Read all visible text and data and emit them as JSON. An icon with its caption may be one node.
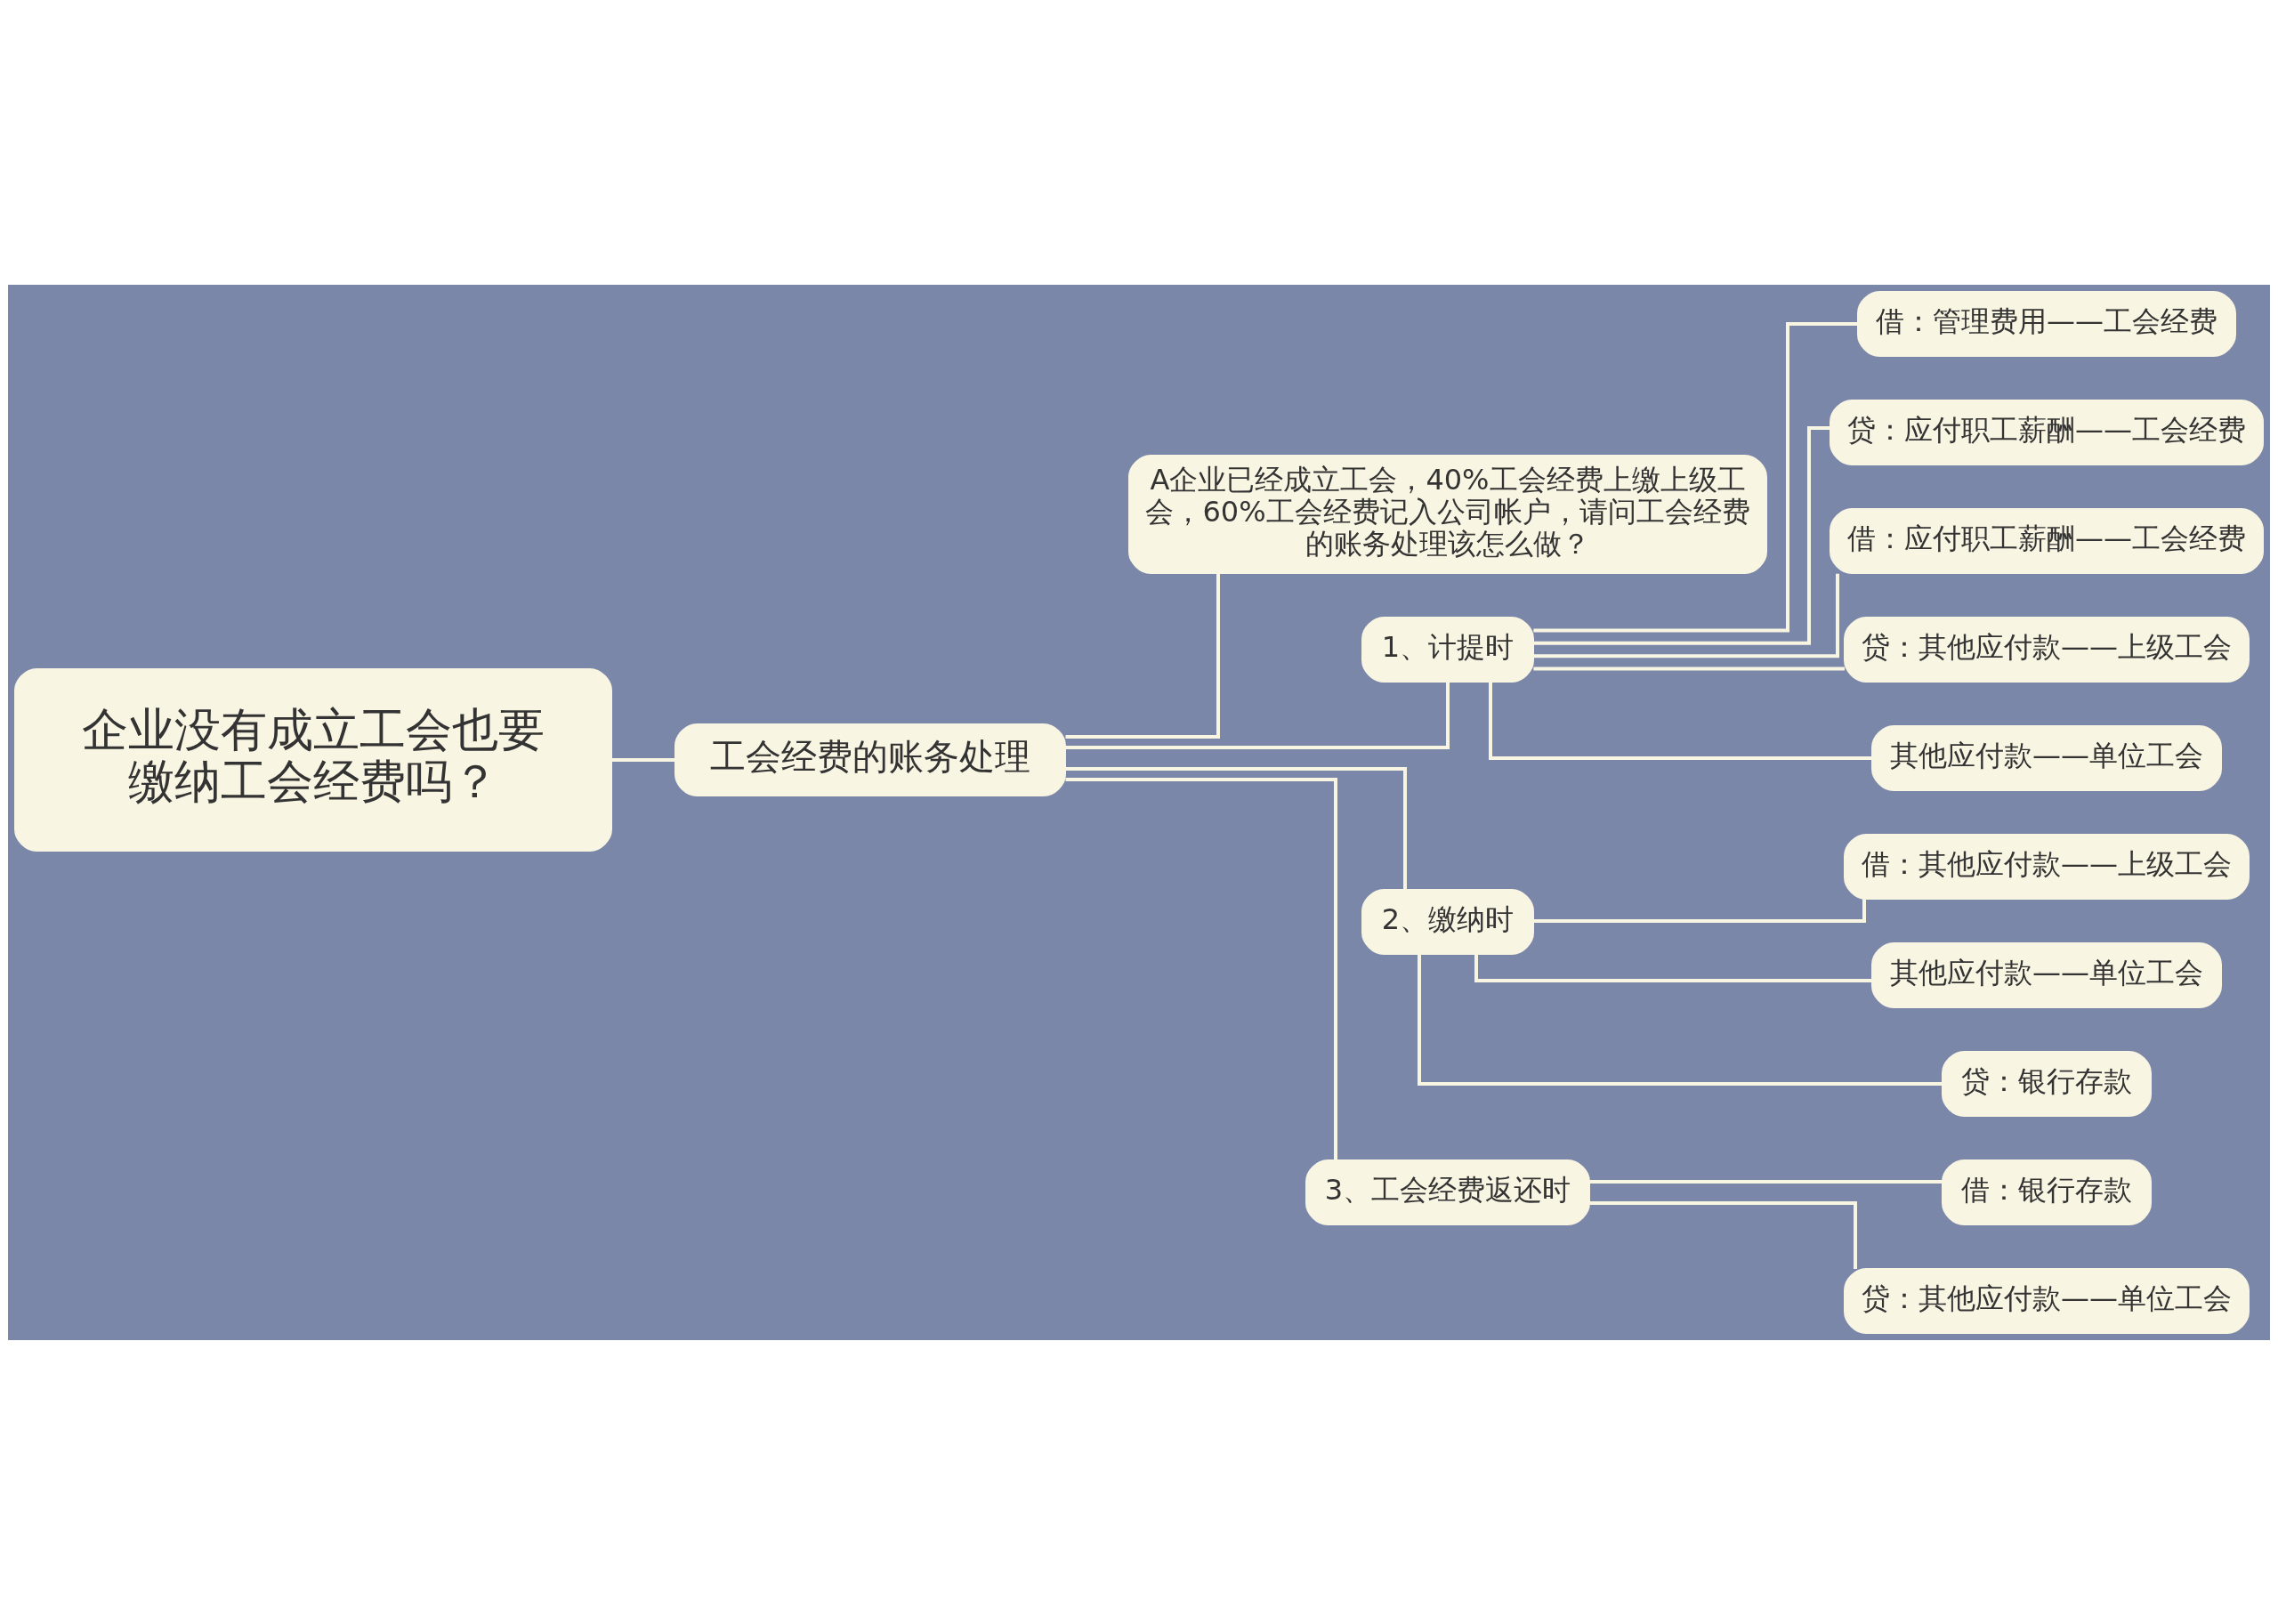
{
  "diagram": {
    "nodes": [
      {
        "text": [
          "企业没有成立工会也要缴纳工会经费吗？"
        ]
      },
      {
        "text": [
          "工会经费的账务处理"
        ]
      },
      {
        "text": [
          "A企业已经成立工会，40%工会经费上缴上级工会，60%工会经费记入公司帐户，请问工会经费的账务处理该怎么做？"
        ]
      },
      {
        "text": [
          "1、计提时"
        ]
      },
      {
        "text": [
          "借：管理费用——工会经费"
        ]
      },
      {
        "text": [
          "贷：应付职工薪酬——工会经费"
        ]
      },
      {
        "text": [
          "借：应付职工薪酬——工会经费"
        ]
      },
      {
        "text": [
          "贷：其他应付款——上级工会"
        ]
      },
      {
        "text": [
          "其他应付款——单位工会"
        ]
      },
      {
        "text": [
          "2、缴纳时"
        ]
      },
      {
        "text": [
          "借：其他应付款——上级工会"
        ]
      },
      {
        "text": [
          "其他应付款——单位工会"
        ]
      },
      {
        "text": [
          "贷：银行存款"
        ]
      },
      {
        "text": [
          "3、工会经费返还时"
        ]
      },
      {
        "text": [
          "借：银行存款"
        ]
      },
      {
        "text": [
          "贷：其他应付款——单位工会"
        ]
      }
    ],
    "edges": [
      {
        "from": 0,
        "to": 1,
        "arrow": "none"
      },
      {
        "from": 1,
        "to": 2,
        "arrow": "none"
      },
      {
        "from": 1,
        "to": 3,
        "arrow": "none"
      },
      {
        "from": 3,
        "to": 4,
        "arrow": "none"
      },
      {
        "from": 3,
        "to": 5,
        "arrow": "none"
      },
      {
        "from": 3,
        "to": 6,
        "arrow": "none"
      },
      {
        "from": 3,
        "to": 7,
        "arrow": "none"
      },
      {
        "from": 3,
        "to": 8,
        "arrow": "none"
      },
      {
        "from": 1,
        "to": 9,
        "arrow": "none"
      },
      {
        "from": 9,
        "to": 10,
        "arrow": "none"
      },
      {
        "from": 9,
        "to": 11,
        "arrow": "none"
      },
      {
        "from": 9,
        "to": 12,
        "arrow": "none"
      },
      {
        "from": 1,
        "to": 13,
        "arrow": "none"
      },
      {
        "from": 13,
        "to": 14,
        "arrow": "none"
      },
      {
        "from": 13,
        "to": 15,
        "arrow": "none"
      }
    ]
  }
}
